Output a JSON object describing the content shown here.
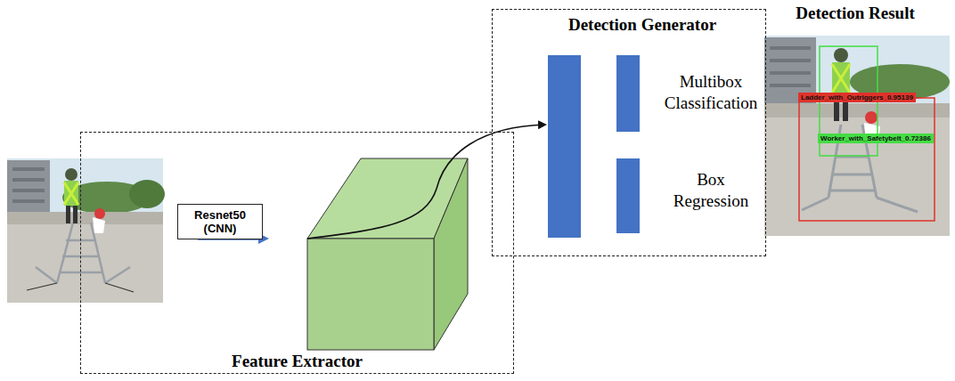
{
  "diagram": {
    "nodes": [
      {
        "text": [
          "Feature Extractor"
        ]
      },
      {
        "text": [
          "Resnet50 (CNN)"
        ],
        "in": 0
      },
      {
        "text": [
          "Detection Generator"
        ]
      },
      {
        "text": [
          "Detection Result"
        ]
      },
      {
        "text": [
          "Ladder_with_Outriggers_0.95139"
        ],
        "in": 3
      },
      {
        "text": [
          "Worker_with_Safetybelt_0.72386"
        ],
        "in": 3
      }
    ],
    "labels": [
      "Multibox Classification",
      "Box Regression"
    ]
  }
}
